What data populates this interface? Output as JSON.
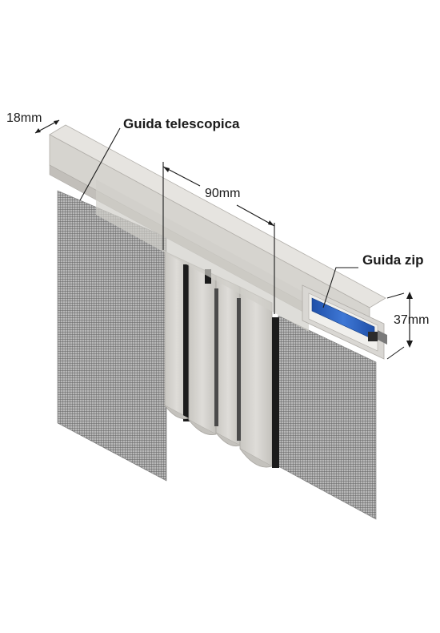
{
  "labels": {
    "width_rail": "18mm",
    "telescopic_guide": "Guida telescopica",
    "overlap": "90mm",
    "zip_guide": "Guida zip",
    "height_zip": "37mm"
  },
  "colors": {
    "rail_light": "#dcdad6",
    "rail_mid": "#cfcdc8",
    "rail_dark": "#b9b6b1",
    "mesh": "#6e6e6e",
    "seal": "#1b1b1b",
    "zip": "#2f63c4",
    "lines": "#1a1a1a"
  }
}
